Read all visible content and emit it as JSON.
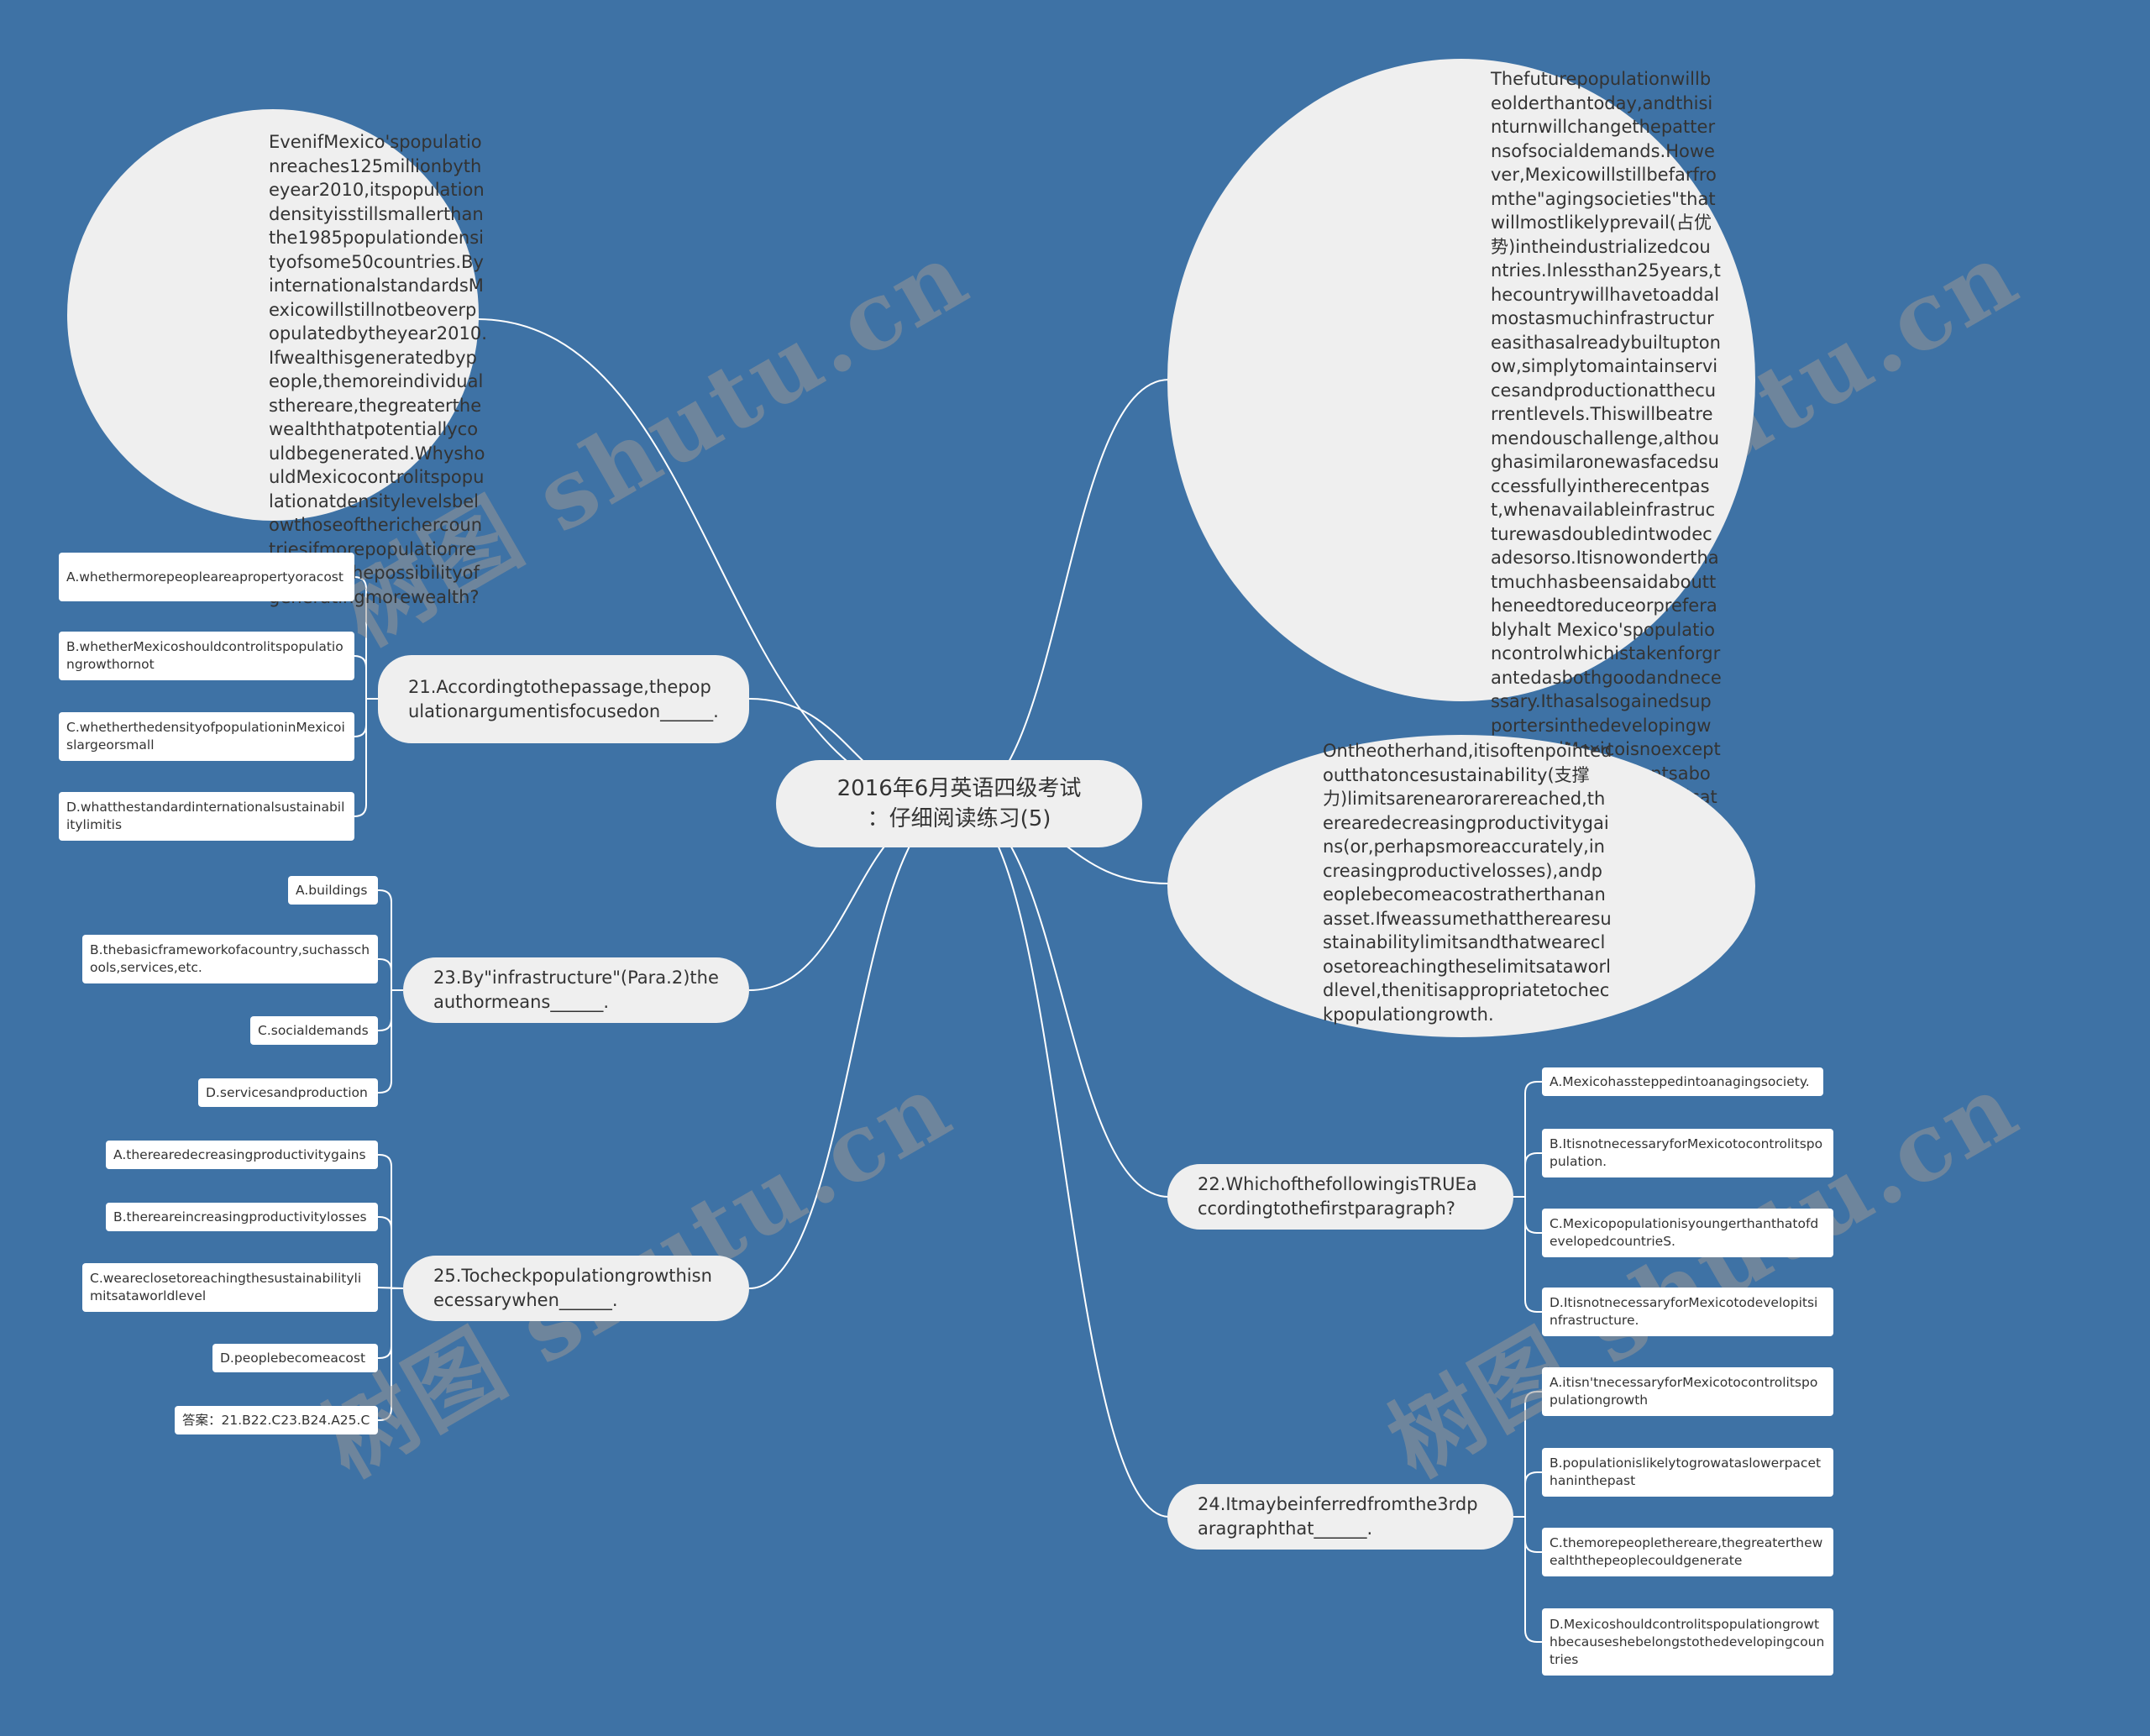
{
  "root": {
    "title_line1": "2016年6月英语四级考试",
    "title_line2": "：仔细阅读练习(5)"
  },
  "passages": {
    "p1": "EvenifMexico'spopulationreaches125millionbytheyear2010,itspopulationdensityisstillsmallerthanthe1985populationdensityofsome50countries.ByinternationalstandardsMexicowillstillnotbeoverpopulatedbytheyear2010.Ifwealthisgeneratedbypeople,themoreindividualsthereare,thegreaterthewealththatpotentiallycouldbegenerated.WhyshouldMexicocontrolitspopulationatdensitylevelsbelowthoseoftherichercountriesifmorepopulationrepresentsthepossibilityofgeneratingmorewealth?",
    "p2": "Thefuturepopulationwillbeolderthantoday,andthisinturnwillchangethepatternsofsocialdemands.However,Mexicowillstillbefarfromthe\"agingsocieties\"thatwillmostlikelyprevail(占优势)intheindustrializedcountries.Inlessthan25years,thecountrywillhavetoaddalmostasmuchinfrastructureasithasalreadybuiltuptonow,simplytomaintainservicesandproductionatthecurrentlevels.Thiswillbeatremendouschallenge,althoughasimilaronewasfacedsuccessfullyintherecentpast,whenavailableinfrastructurewasdoubledintwodecadesorso.Itisnowonderthatmuchhasbeensaidabouttheneedtoreduceorpreferablyhalt Mexico'spopulationcontrolwhichistakenforgrantedasbothgoodandnecessary.Ithasalsogainedsupportersinthedevelopingworld,andMexicoisnoexception.Buttheargumentsaboutpopulationarecomplicated,asthefollowingdiscussionillustrates.",
    "p3": "Ontheotherhand,itisoftenpointedoutthatoncesustainability(支撑力)limitsarenearorarereached,therearedecreasingproductivitygains(or,perhapsmoreaccurately,increasingproductivelosses),andpeoplebecomeacostratherthananasset.Ifweassumethattherearesustainabilitylimitsandthatweareclosetoreachingtheselimitsataworldlevel,thenitisappropriatetocheckpopulationgrowth."
  },
  "q21": {
    "text": "21.Accordingtothepassage,thepopulationargumentisfocusedon______.",
    "options": [
      "A.whethermorepeopleareapropertyoracost",
      "B.whetherMexicoshouldcontrolitspopulationgrowthornot",
      "C.whetherthedensityofpopulationinMexicoislargeorsmall",
      "D.whatthestandardinternationalsustainabilitylimitis"
    ]
  },
  "q23": {
    "text": "23.By\"infrastructure\"(Para.2)theauthormeans______.",
    "options": [
      "A.buildings",
      "B.thebasicframeworkofacountry,suchasschools,services,etc.",
      "C.socialdemands",
      "D.servicesandproduction"
    ]
  },
  "q25": {
    "text": "25.Tocheckpopulationgrowthisnecessarywhen______.",
    "options": [
      "A.therearedecreasingproductivitygains",
      "B.thereareincreasingproductivitylosses",
      "C.weareclosetoreachingthesustainabilitylimitsataworldlevel",
      "D.peoplebecomeacost",
      "答案：21.B22.C23.B24.A25.C"
    ]
  },
  "q22": {
    "text": "22.WhichofthefollowingisTRUEaccordingtothefirstparagraph?",
    "options": [
      "A.Mexicohassteppedintoanagingsociety.",
      "B.ItisnotnecessaryforMexicotocontrolitspopulation.",
      "C.MexicopopulationisyoungerthanthatofdevelopedcountrieS.",
      "D.ItisnotnecessaryforMexicotodevelopitsinfrastructure."
    ]
  },
  "q24": {
    "text": "24.Itmaybeinferredfromthe3rdparagraphthat______.",
    "options": [
      "A.itisn'tnecessaryforMexicotocontrolitspopulationgrowth",
      "B.populationislikelytogrowataslowerpacethaninthepast",
      "C.themorepeoplethereare,thegreaterthewealththepeoplecouldgenerate",
      "D.Mexicoshouldcontrolitspopulationgrowthbecauseshebelongstothedevelopingcountries"
    ]
  },
  "watermark": "树图 shutu.cn",
  "colors": {
    "background": "#3e72a5",
    "node": "#efefef",
    "leaf": "#ffffff",
    "line": "#ffffff"
  }
}
